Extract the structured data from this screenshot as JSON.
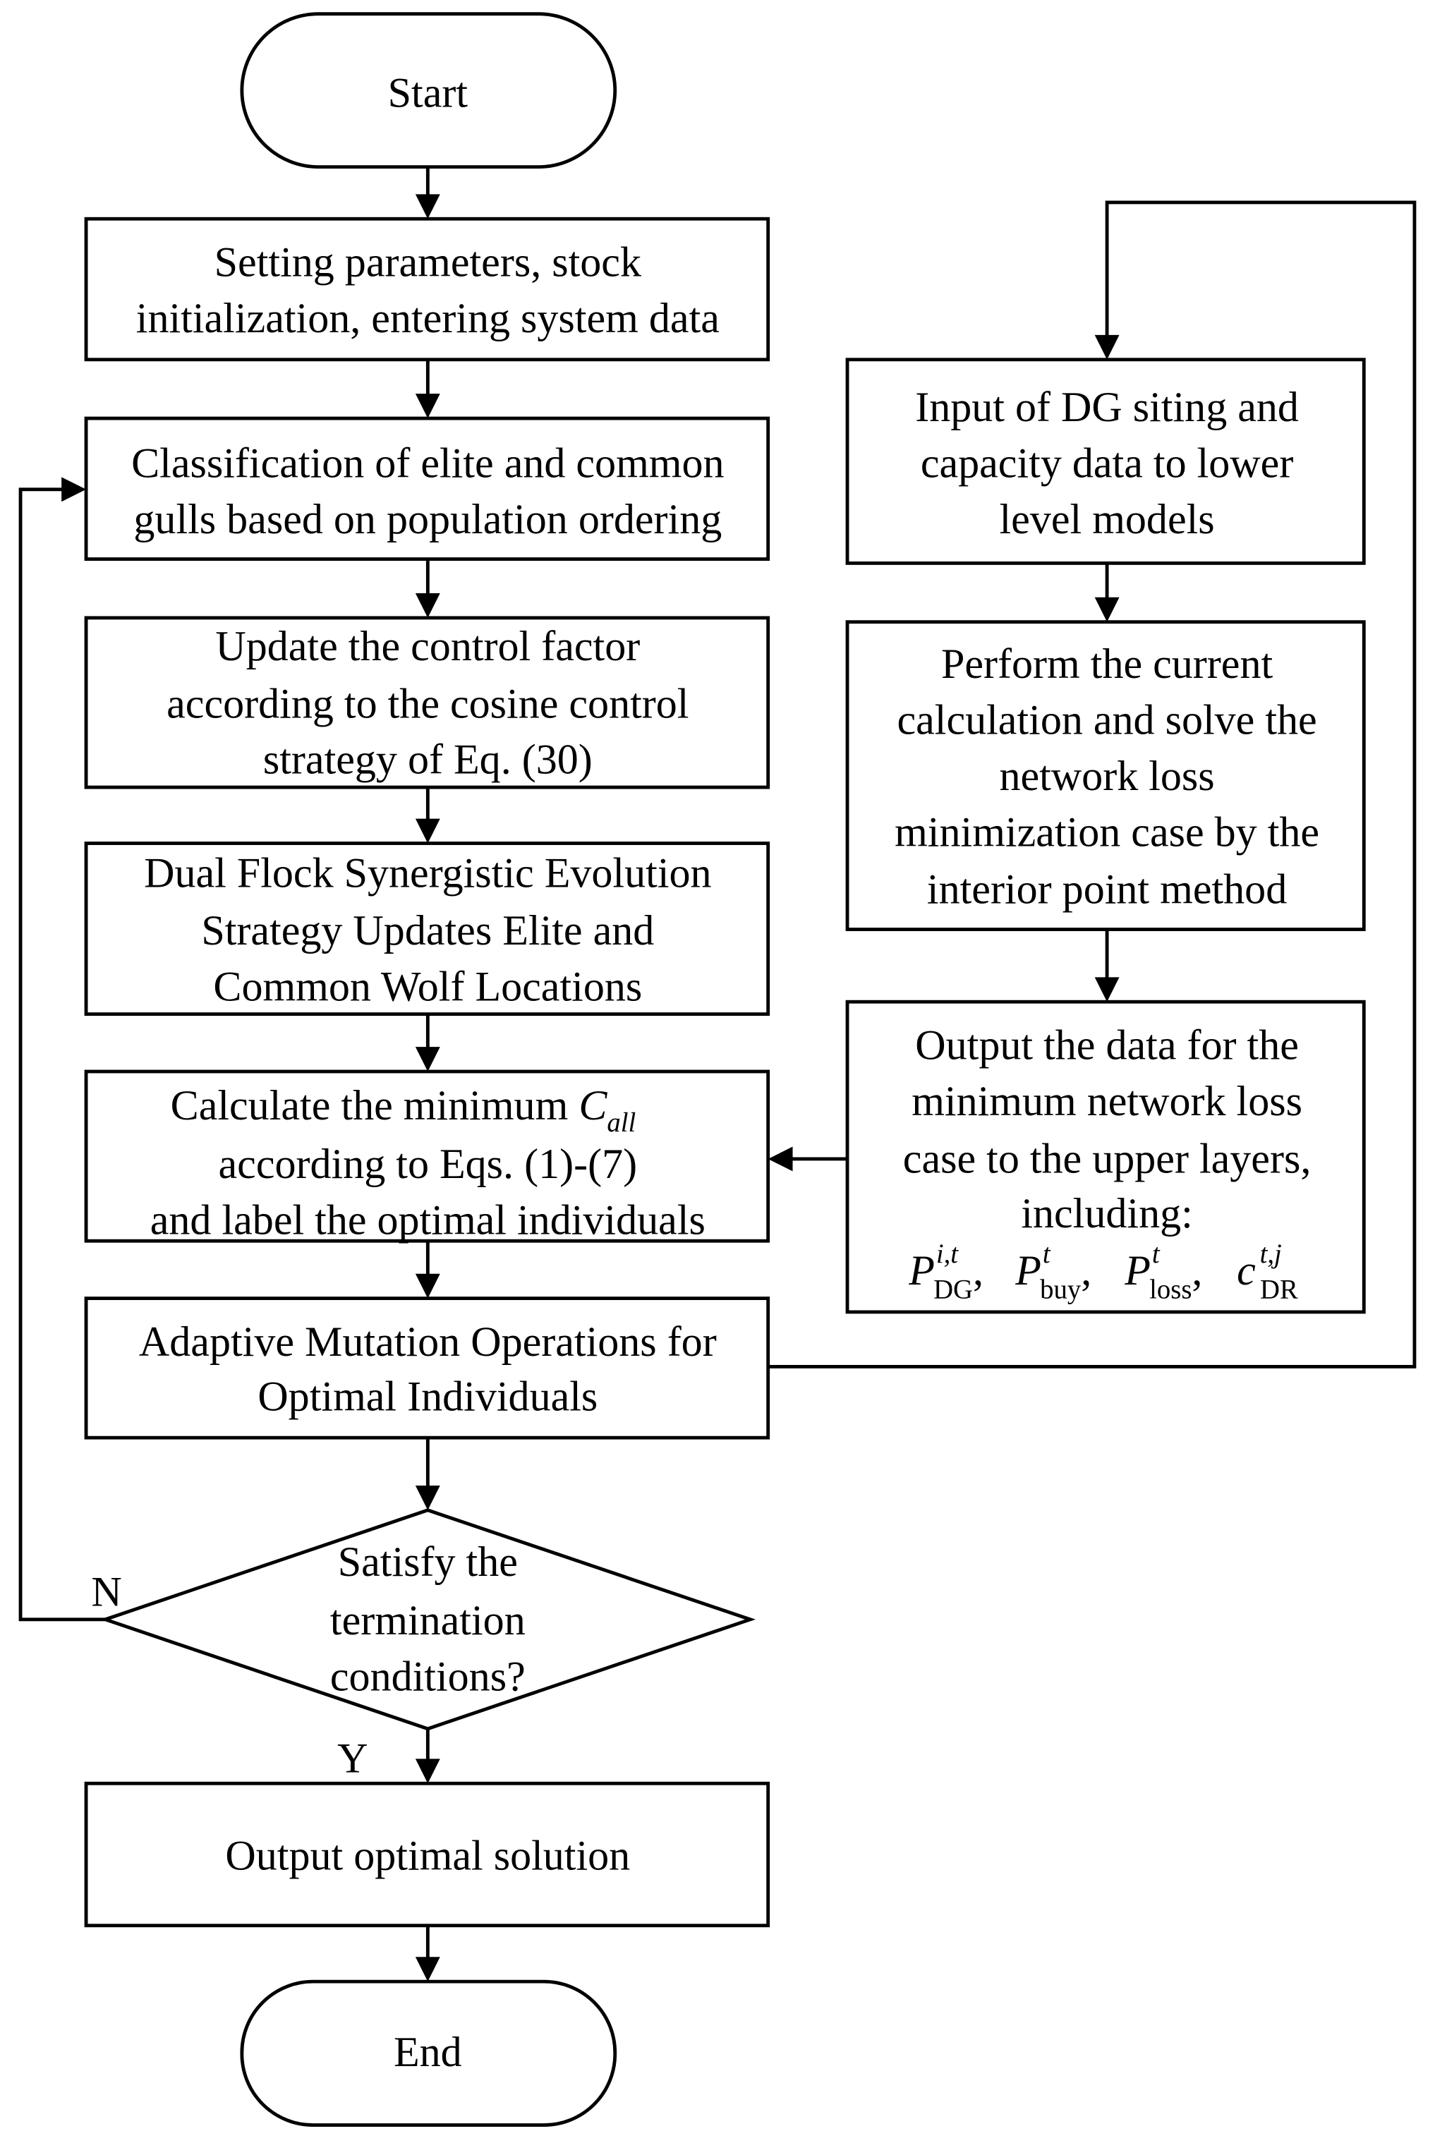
{
  "flowchart": {
    "start": "Start",
    "end": "End",
    "left_steps": [
      [
        "Setting parameters, stock",
        "initialization, entering system data"
      ],
      [
        "Classification of elite and common",
        "gulls based on population ordering"
      ],
      [
        "Update the control factor",
        "according to the cosine control",
        "strategy of Eq. (30)"
      ],
      [
        "Dual Flock Synergistic Evolution",
        "Strategy Updates Elite and",
        "Common Wolf Locations"
      ],
      [
        "Calculate the minimum",
        "according to Eqs. (1)-(7)",
        "and label the optimal individuals"
      ],
      [
        "Adaptive Mutation Operations for",
        "Optimal Individuals"
      ]
    ],
    "c_all": {
      "base": "C",
      "sub": "all"
    },
    "decision": [
      "Satisfy the",
      "termination",
      "conditions?"
    ],
    "no_label": "N",
    "yes_label": "Y",
    "output": "Output optimal solution",
    "right_steps": [
      [
        "Input of DG siting and",
        "capacity data to lower",
        "level models"
      ],
      [
        "Perform the current",
        "calculation and solve the",
        "network loss",
        "minimization case by the",
        "interior point method"
      ],
      [
        "Output the data for the",
        "minimum network loss",
        "case to the upper layers,",
        "including:"
      ]
    ],
    "outputs_formula": [
      {
        "base": "P",
        "sup": "i,t",
        "sub": "DG"
      },
      {
        "base": "P",
        "sup": "t",
        "sub": "buy"
      },
      {
        "base": "P",
        "sup": "t",
        "sub": "loss"
      },
      {
        "base": "c",
        "sup": "t,j",
        "sub": "DR"
      }
    ],
    "formula_separator": ","
  }
}
